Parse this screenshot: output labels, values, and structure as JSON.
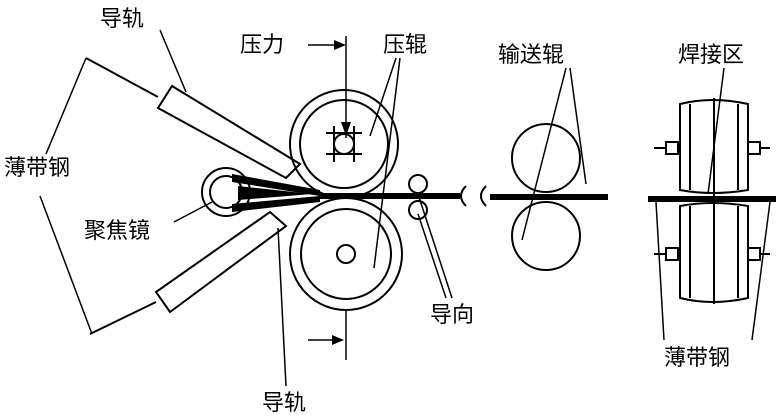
{
  "labels": {
    "rail_top": "导轨",
    "pressure": "压力",
    "press_roller": "压辊",
    "conveyor_roller": "输送辊",
    "weld_zone": "焊接区",
    "thin_steel_left": "薄带钢",
    "focusing_lens": "聚焦镜",
    "guide": "导向",
    "rail_bottom": "导轨",
    "thin_steel_right": "薄带钢"
  }
}
